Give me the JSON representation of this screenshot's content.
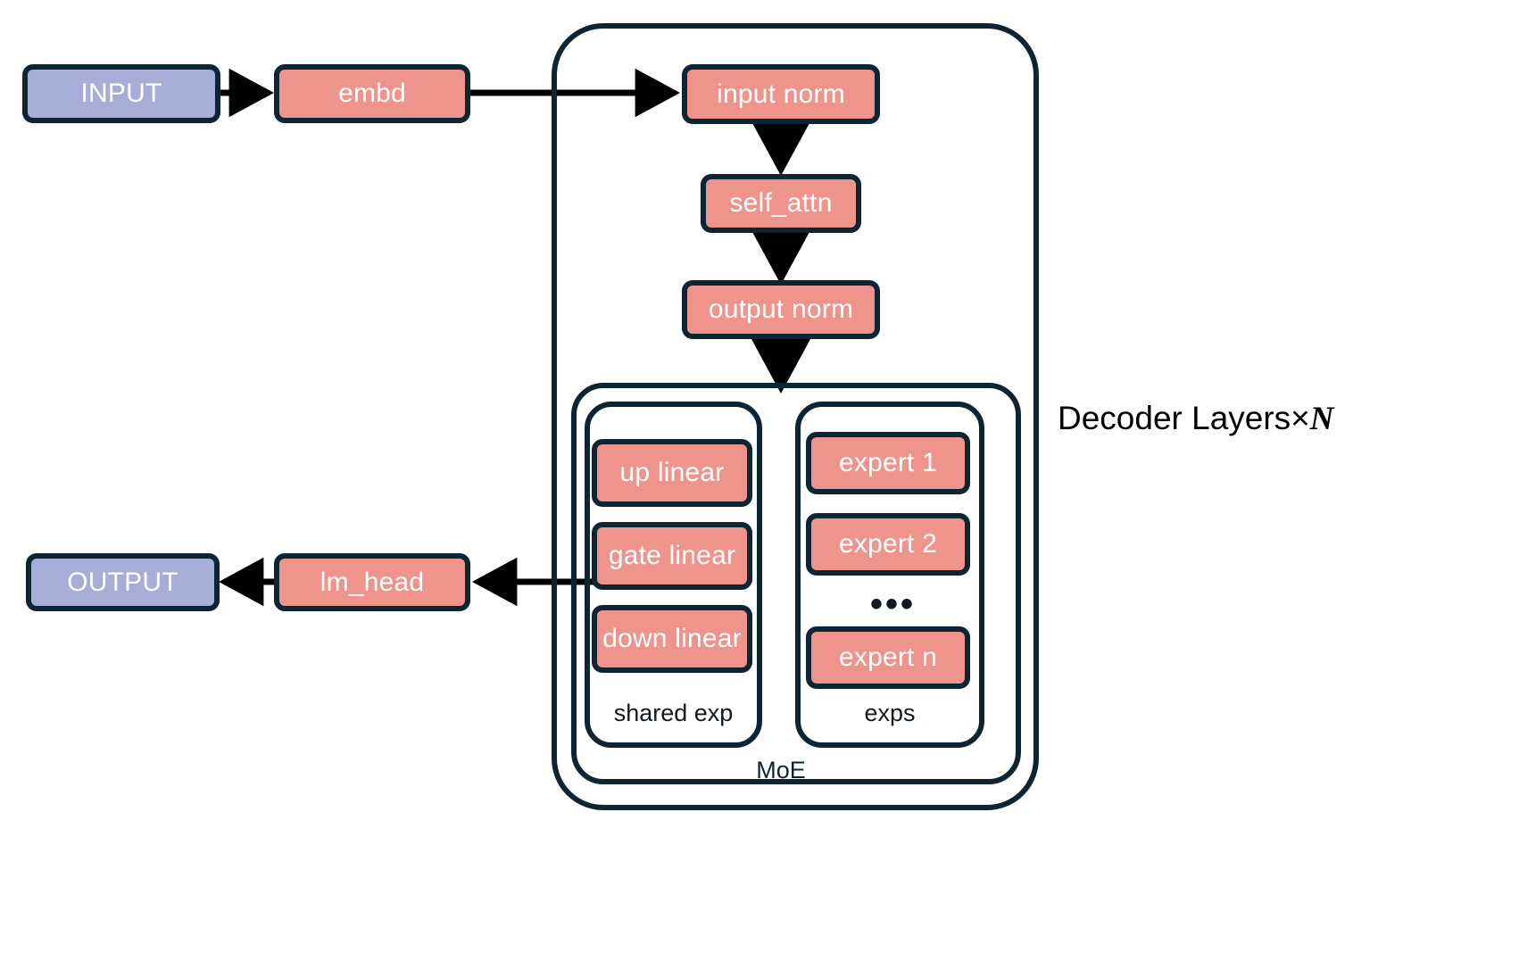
{
  "diagram": {
    "title_label": "Decoder Layers×",
    "title_variable": "N",
    "colors": {
      "border": "#0d2433",
      "block_fill": "#ef948c",
      "io_fill": "#a6aed7",
      "text_on_block": "#ffffff",
      "caption_text": "#111820",
      "background": "#ffffff"
    }
  },
  "io": {
    "input_label": "INPUT",
    "output_label": "OUTPUT"
  },
  "pipeline": {
    "embd_label": "embd",
    "lm_head_label": "lm_head"
  },
  "decoder": {
    "input_norm_label": "input norm",
    "self_attn_label": "self_attn",
    "output_norm_label": "output norm"
  },
  "moe": {
    "container_label": "MoE",
    "shared_expert": {
      "caption": "shared exp",
      "blocks": [
        {
          "label": "up linear"
        },
        {
          "label": "gate linear"
        },
        {
          "label": "down linear"
        }
      ]
    },
    "experts": {
      "caption": "exps",
      "ellipsis": "•••",
      "blocks": [
        {
          "label": "expert 1"
        },
        {
          "label": "expert 2"
        },
        {
          "label": "expert n"
        }
      ]
    }
  }
}
